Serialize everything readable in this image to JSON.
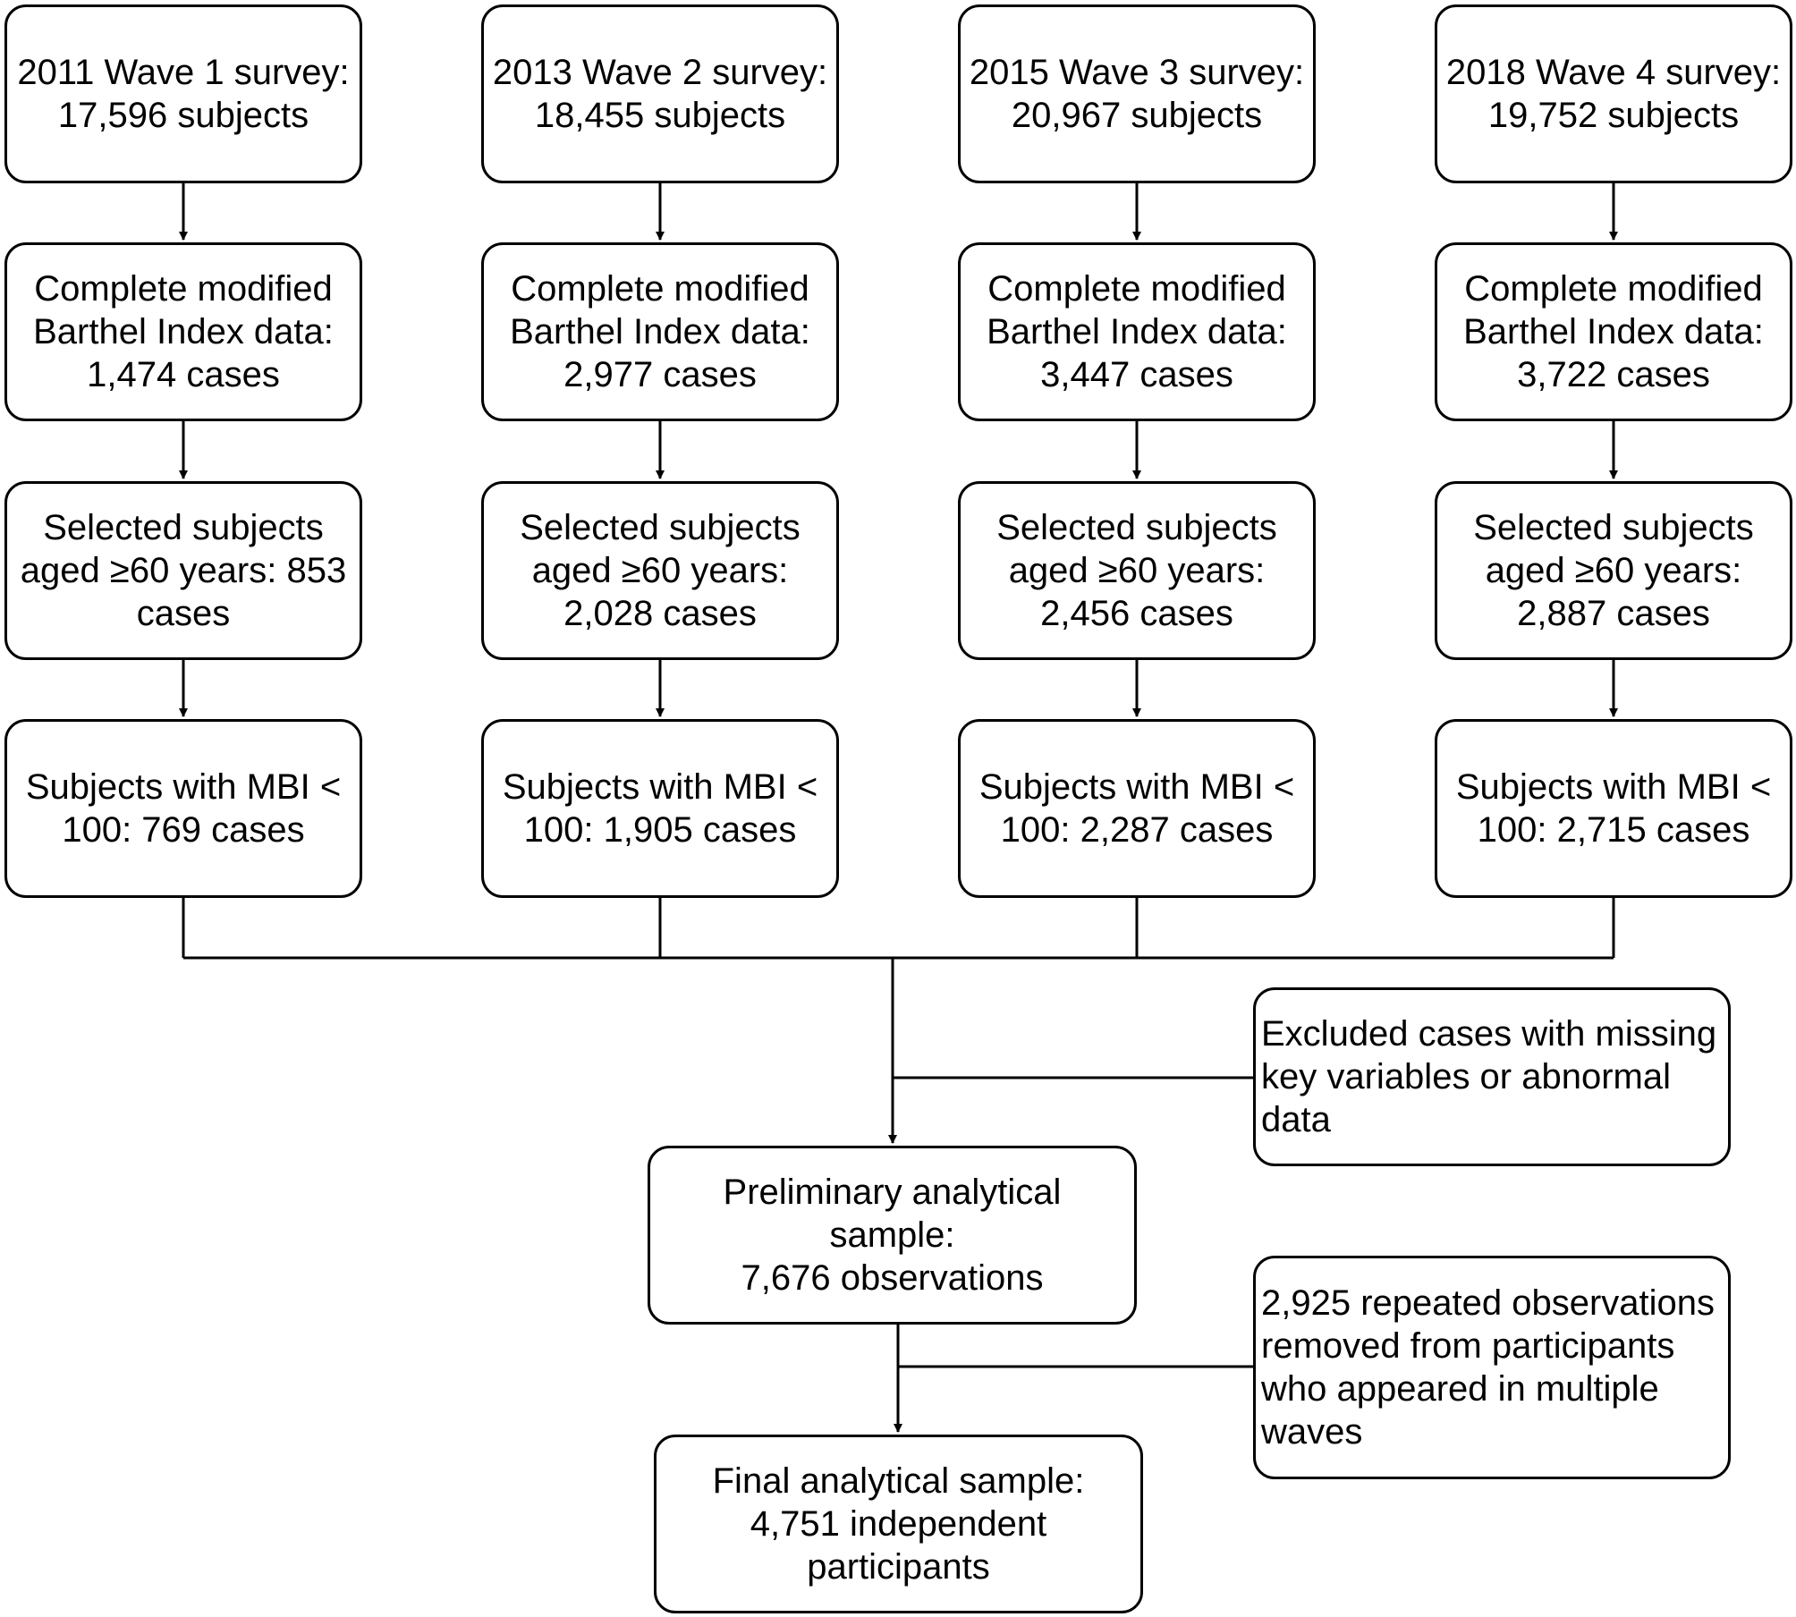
{
  "waves": [
    {
      "survey": "2011 Wave 1 survey:\n17,596 subjects",
      "mbi_complete": "Complete modified\nBarthel Index data:\n1,474 cases",
      "aged": "Selected subjects\naged ≥60 years: 853\ncases",
      "mbi_below": "Subjects with MBI <\n100: 769 cases"
    },
    {
      "survey": "2013 Wave 2 survey:\n18,455 subjects",
      "mbi_complete": "Complete modified\nBarthel Index data:\n2,977 cases",
      "aged": "Selected subjects\naged ≥60 years:\n2,028 cases",
      "mbi_below": "Subjects with MBI <\n100: 1,905 cases"
    },
    {
      "survey": "2015 Wave 3 survey:\n20,967 subjects",
      "mbi_complete": "Complete modified\nBarthel Index data:\n3,447 cases",
      "aged": "Selected subjects\naged ≥60 years:\n2,456 cases",
      "mbi_below": "Subjects with MBI <\n100: 2,287 cases"
    },
    {
      "survey": "2018 Wave 4 survey:\n19,752 subjects",
      "mbi_complete": "Complete modified\nBarthel Index data:\n3,722 cases",
      "aged": "Selected subjects\naged ≥60 years:\n2,887 cases",
      "mbi_below": "Subjects with MBI <\n100: 2,715 cases"
    }
  ],
  "excluded": "Excluded cases with missing\nkey variables or abnormal\ndata",
  "preliminary": "Preliminary analytical sample:\n7,676 observations",
  "removed": "2,925 repeated observations\nremoved from participants\nwho appeared in multiple\nwaves",
  "final": "Final analytical sample:\n4,751 independent\nparticipants"
}
